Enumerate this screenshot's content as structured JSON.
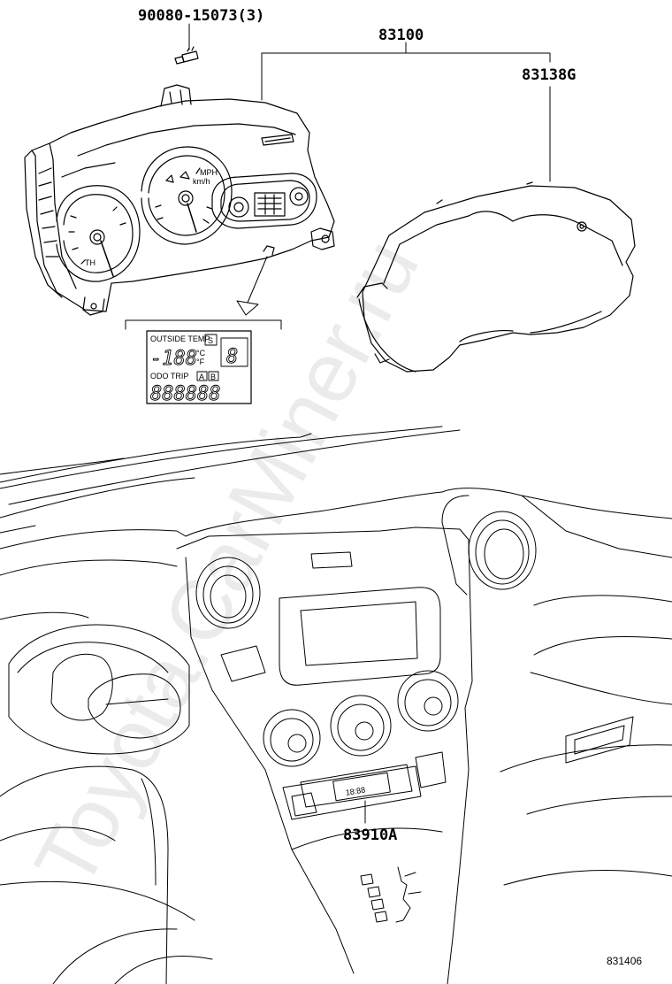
{
  "labels": {
    "bolt": "90080-15073(3)",
    "cluster": "83100",
    "cover": "83138G",
    "clock": "83910A",
    "diagram_no": "831406"
  },
  "lcd_inset": {
    "outside_temp": "OUTSIDE TEMP",
    "s_badge": "S",
    "temp_value": "-188",
    "deg_c": "°C",
    "deg_f": "°F",
    "odo_trip": "ODO TRIP",
    "a_badge": "A",
    "b_badge": "B",
    "odo_value": "888888",
    "gear_digit": "8"
  },
  "clock_display": "18:88",
  "watermark": "Toyota.CarMiner.ru"
}
